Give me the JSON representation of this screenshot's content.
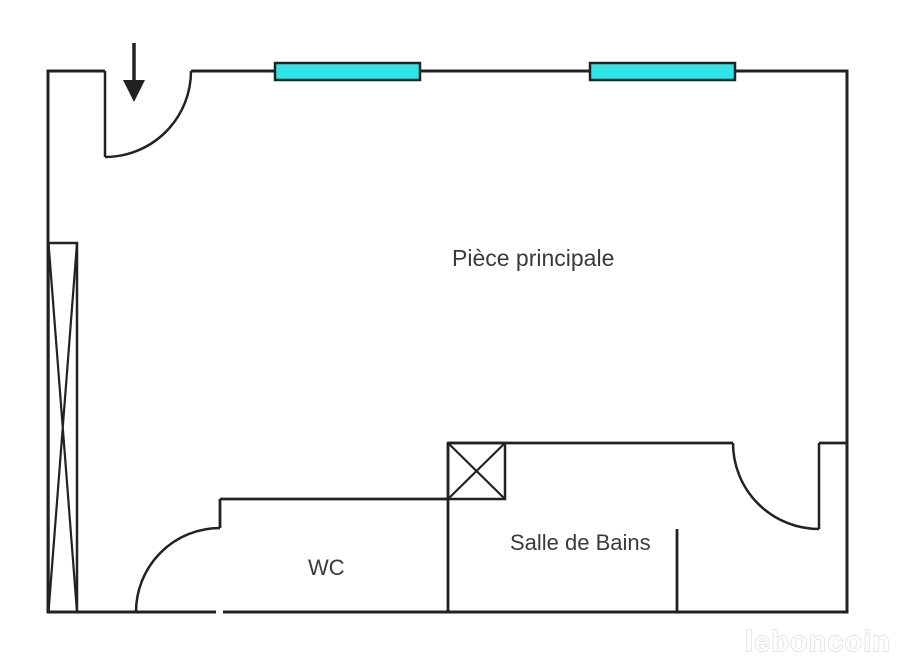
{
  "floorplan": {
    "labels": {
      "main_room": "Pièce principale",
      "wc": "WC",
      "bathroom": "Salle de Bains"
    },
    "watermark": "leboncoin",
    "features": {
      "windows": 2,
      "doors": 3,
      "entry_arrow": "entrance at top left",
      "shafts": [
        "tall crossed duct on left wall",
        "small crossed duct at WC / bathroom corner"
      ]
    },
    "colors": {
      "wall": "#222222",
      "window": "#2ee4e6",
      "text": "#3a3a3a",
      "watermark": "#fdfdfd"
    }
  }
}
